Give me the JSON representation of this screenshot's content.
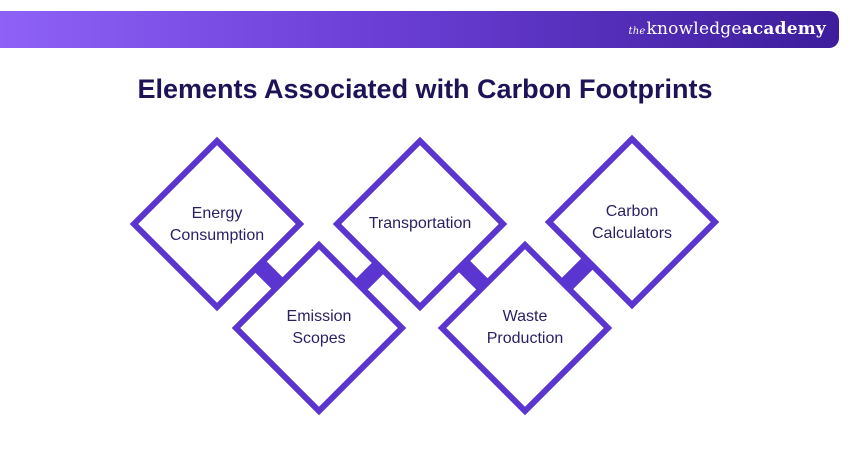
{
  "header": {
    "brand_prefix": "the",
    "brand_name": "knowledge",
    "brand_suffix": "academy"
  },
  "title": "Elements Associated with Carbon Footprints",
  "elements": [
    {
      "line1": "Energy",
      "line2": "Consumption"
    },
    {
      "line1": "Emission",
      "line2": "Scopes"
    },
    {
      "line1": "Transportation",
      "line2": ""
    },
    {
      "line1": "Waste",
      "line2": "Production"
    },
    {
      "line1": "Carbon",
      "line2": "Calculators"
    }
  ],
  "colors": {
    "diamond_stroke": "#5a35cf",
    "title": "#1f1357",
    "text": "#2a1f63",
    "gradient_start": "#8e61f7",
    "gradient_end": "#3d1d9b"
  }
}
